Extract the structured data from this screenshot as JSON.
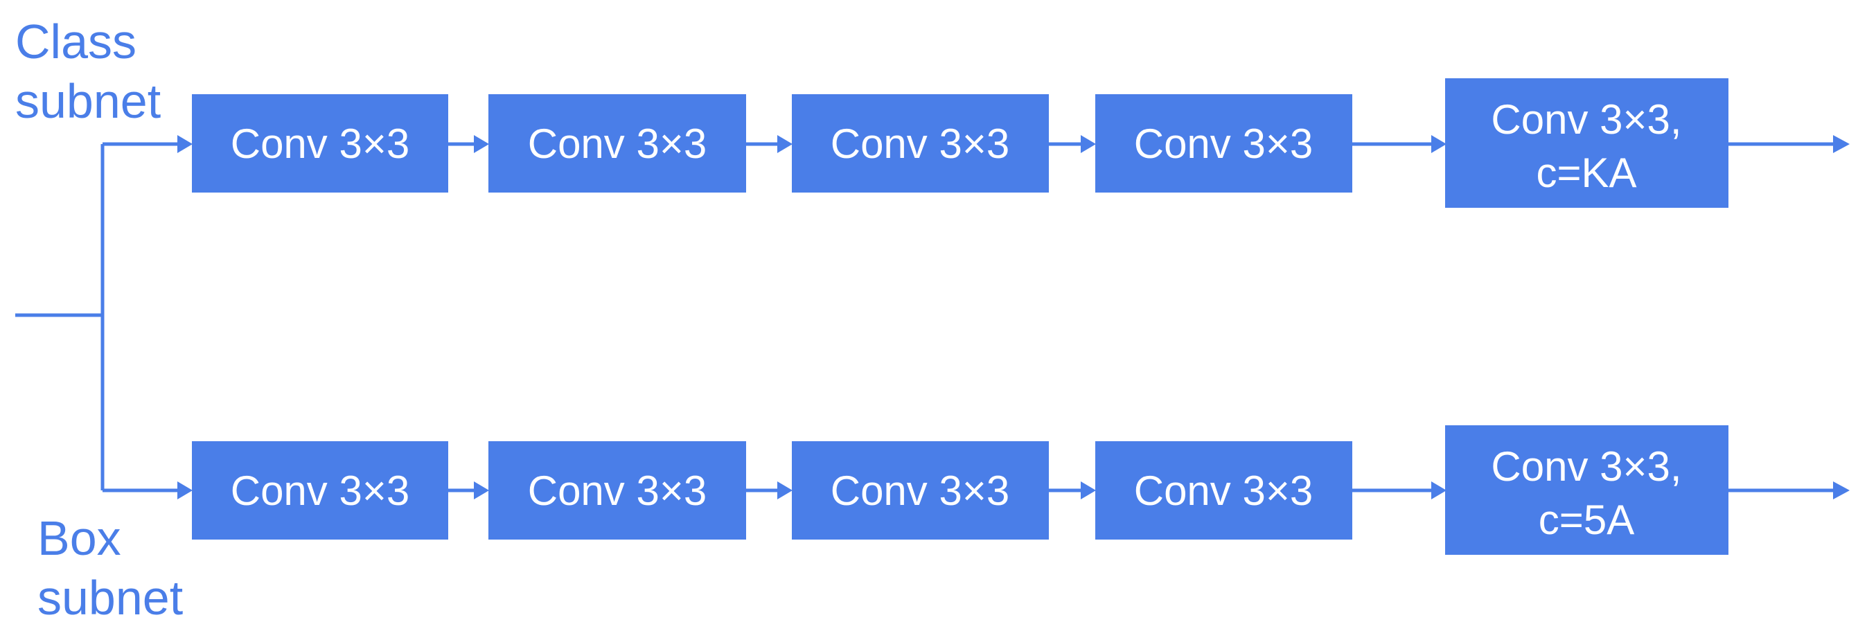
{
  "colors": {
    "accent": "#4a7ee8",
    "block_text": "#ffffff",
    "background": "#ffffff"
  },
  "class_subnet": {
    "label_line1": "Class",
    "label_line2": "subnet",
    "blocks": [
      {
        "lines": [
          "Conv 3×3"
        ]
      },
      {
        "lines": [
          "Conv 3×3"
        ]
      },
      {
        "lines": [
          "Conv 3×3"
        ]
      },
      {
        "lines": [
          "Conv 3×3"
        ]
      },
      {
        "lines": [
          "Conv 3×3,",
          "c=KA"
        ]
      }
    ]
  },
  "box_subnet": {
    "label_line1": "Box",
    "label_line2": "subnet",
    "blocks": [
      {
        "lines": [
          "Conv 3×3"
        ]
      },
      {
        "lines": [
          "Conv 3×3"
        ]
      },
      {
        "lines": [
          "Conv 3×3"
        ]
      },
      {
        "lines": [
          "Conv 3×3"
        ]
      },
      {
        "lines": [
          "Conv 3×3,",
          "c=5A"
        ]
      }
    ]
  }
}
